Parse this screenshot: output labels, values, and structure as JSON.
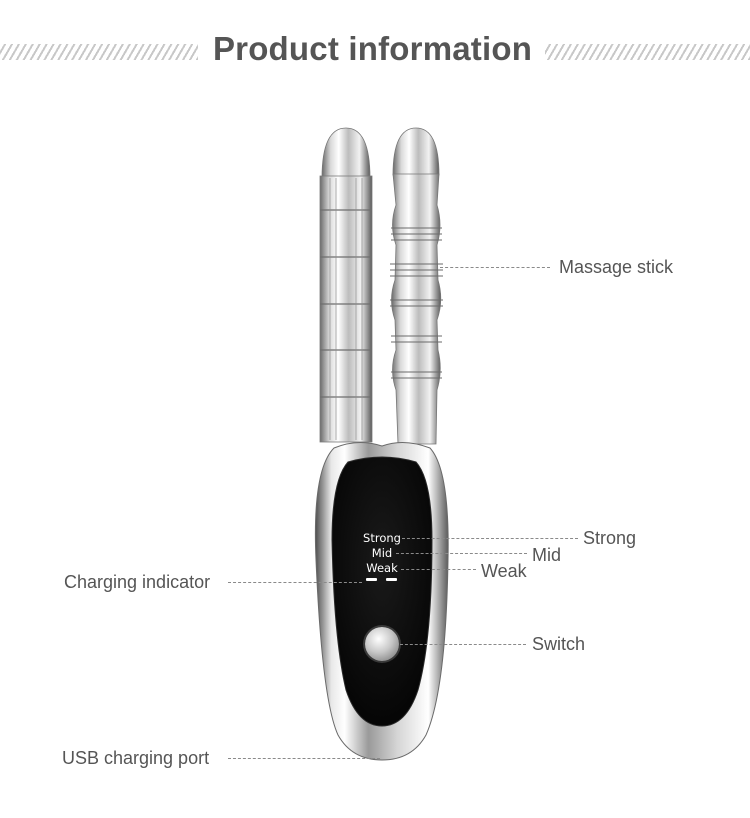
{
  "header": {
    "title": "Product information"
  },
  "device": {
    "panel_labels": {
      "strong": "Strong",
      "mid": "Mid",
      "weak": "Weak"
    }
  },
  "callouts": {
    "massage_stick": "Massage stick",
    "strong": "Strong",
    "mid": "Mid",
    "weak": "Weak",
    "charging_indicator": "Charging indicator",
    "switch": "Switch",
    "usb_charging_port": "USB charging port"
  },
  "colors": {
    "title": "#555555",
    "label": "#555555",
    "leader": "#8a8a8a",
    "panel": "#0a0a0a",
    "chrome_light": "#f4f4f4",
    "chrome_dark": "#5e5e5e"
  }
}
